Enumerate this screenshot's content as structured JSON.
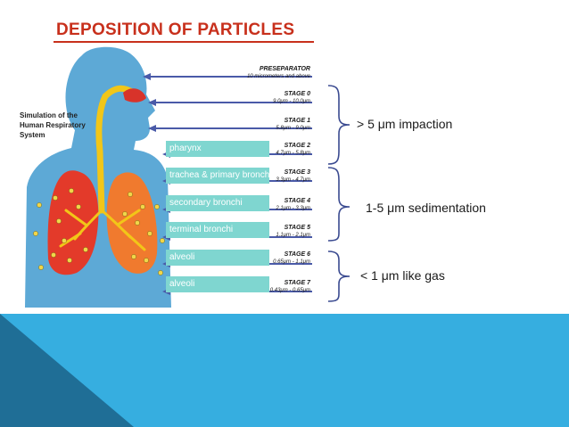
{
  "title": "DEPOSITION OF PARTICLES",
  "colors": {
    "title": "#c8301c",
    "body_blue": "#5da9d6",
    "lung_red": "#e33a2a",
    "lung_orange": "#f07a2e",
    "airway_yellow": "#f2c618",
    "label_box": "#7fd6d0",
    "arrow": "#4a5aa8",
    "bracket": "#3a4a90",
    "footer_dark": "#1f6e96",
    "footer_light": "#36aee0"
  },
  "diagram": {
    "side_label": [
      "Simulation of the",
      "Human Respiratory",
      "System"
    ],
    "stages": [
      {
        "name": "PRESEPARATOR",
        "range": "10 micrometers and above"
      },
      {
        "name": "STAGE 0",
        "range": "9.0μm - 10.0μm"
      },
      {
        "name": "STAGE 1",
        "range": "5.8μm - 9.0μm"
      },
      {
        "name": "STAGE 2",
        "range": "4.7μm - 5.8μm"
      },
      {
        "name": "STAGE 3",
        "range": "3.3μm - 4.7μm"
      },
      {
        "name": "STAGE 4",
        "range": "2.1μm - 3.3μm"
      },
      {
        "name": "STAGE 5",
        "range": "1.1μm - 2.1μm"
      },
      {
        "name": "STAGE 6",
        "range": "0.65μm - 1.1μm"
      },
      {
        "name": "STAGE 7",
        "range": "0.43μm - 0.65μm"
      }
    ],
    "regions": [
      "pharynx",
      "trachea & primary bronchi",
      "secondary bronchi",
      "terminal bronchi",
      "alveoli",
      "alveoli"
    ]
  },
  "groups": [
    {
      "label": "> 5 μm impaction"
    },
    {
      "label": "1-5 μm sedimentation"
    },
    {
      "label": "< 1 μm like gas"
    }
  ]
}
